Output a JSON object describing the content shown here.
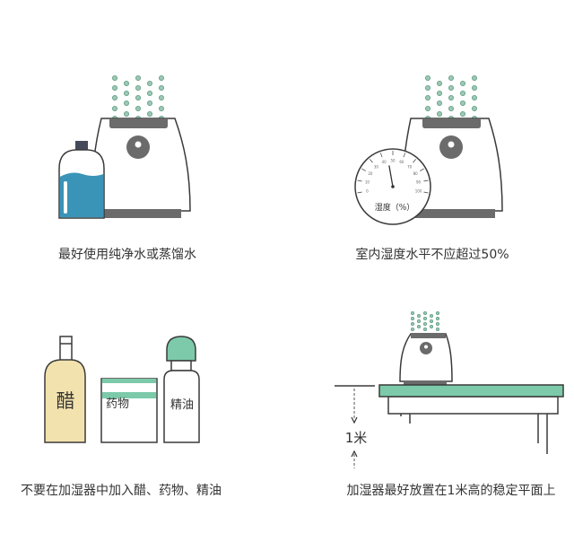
{
  "panels": [
    {
      "caption": "最好使用纯净水或蒸馏水"
    },
    {
      "caption": "室内湿度水平不应超过50%",
      "gauge": {
        "title": "湿度（%）",
        "ticks": [
          "0",
          "10",
          "20",
          "30",
          "40",
          "50",
          "60",
          "70",
          "80",
          "90",
          "100"
        ],
        "needle_value": 45
      }
    },
    {
      "caption": "不要在加湿器中加入醋、药物、精油",
      "items": [
        "醋",
        "药物",
        "精油"
      ]
    },
    {
      "caption": "加湿器最好放置在1米高的稳定平面上",
      "height_label": "1米"
    }
  ],
  "colors": {
    "mist": "#9cc8b4",
    "water": "#3a94b8",
    "device_grey": "#6b6b6b",
    "green": "#7ccaaa",
    "vinegar": "#f2e2ae"
  }
}
